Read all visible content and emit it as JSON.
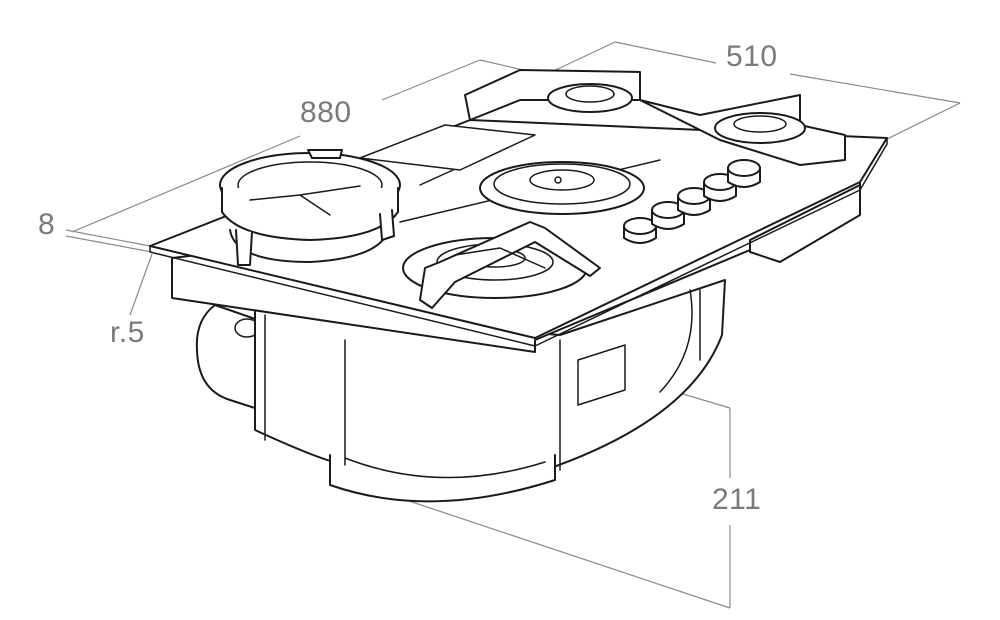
{
  "dimensions": {
    "width": "880",
    "depth": "510",
    "thickness": "8",
    "radius": "r.5",
    "height": "211"
  },
  "colors": {
    "background": "#ffffff",
    "outline": "#1a1a1a",
    "dimension_line": "#8a8a8a",
    "dimension_text": "#7a7a7a"
  }
}
